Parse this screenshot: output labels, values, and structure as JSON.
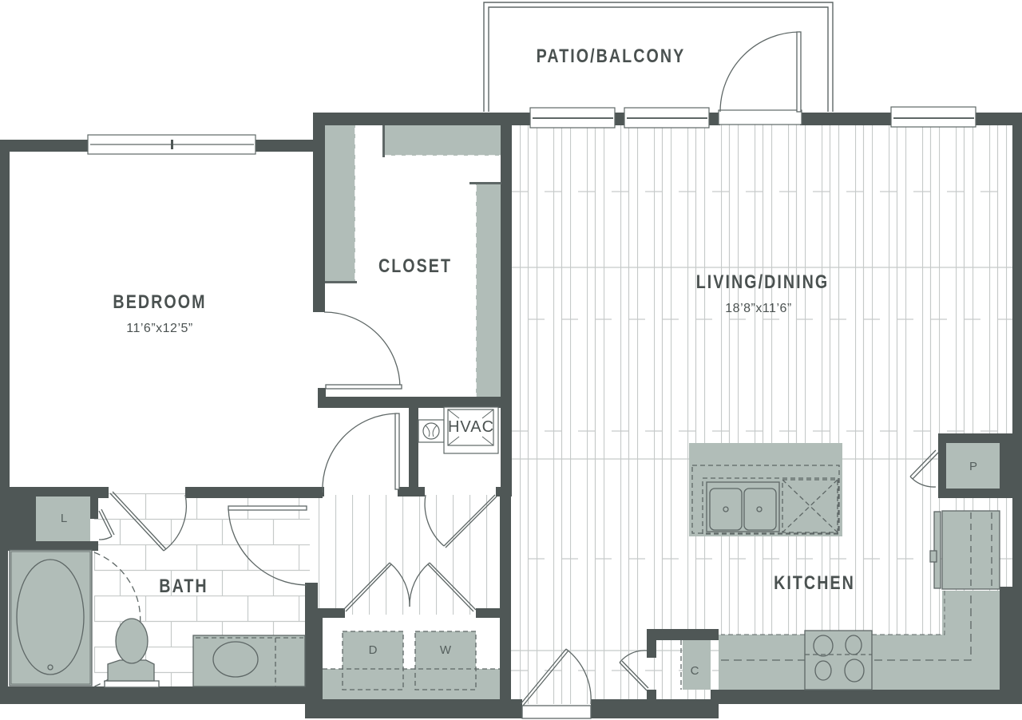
{
  "plan": {
    "colors": {
      "wall": "#4f5756",
      "fixture_fill": "#b1bdb8",
      "fixture_stroke": "#5e6766",
      "floor_line": "#c4c8c7",
      "text": "#4a5150",
      "background": "#ffffff"
    },
    "rooms": {
      "patio": {
        "name": "PATIO/BALCONY"
      },
      "bedroom": {
        "name": "BEDROOM",
        "dimensions": "11’6”x12’5”"
      },
      "closet": {
        "name": "CLOSET"
      },
      "living": {
        "name": "LIVING/DINING",
        "dimensions": "18’8”x11’6”"
      },
      "bath": {
        "name": "BATH"
      },
      "kitchen": {
        "name": "KITCHEN"
      }
    },
    "fixtures": {
      "hvac": "HVAC",
      "linen": "L",
      "dryer": "D",
      "washer": "W",
      "pantry": "P",
      "coat_closet": "C"
    }
  }
}
